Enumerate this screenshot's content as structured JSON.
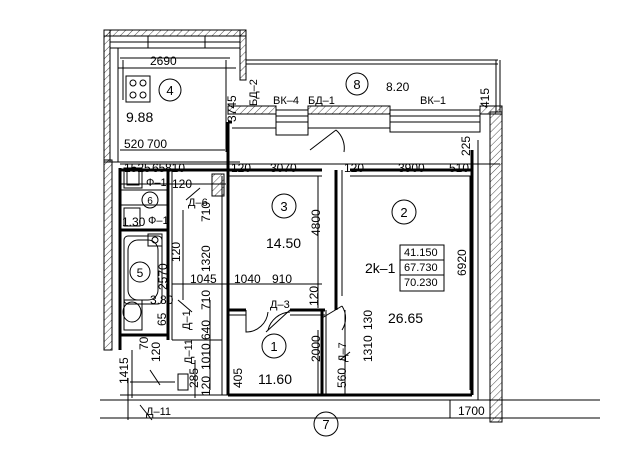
{
  "apartment": {
    "type_label": "2k–1",
    "areas": [
      "41.150",
      "67.730",
      "70.230"
    ]
  },
  "rooms": [
    {
      "num": "1",
      "area": "11.60"
    },
    {
      "num": "2",
      "area": "26.65"
    },
    {
      "num": "3",
      "area": "14.50"
    },
    {
      "num": "4",
      "area": "9.88"
    },
    {
      "num": "5",
      "area": ""
    },
    {
      "num": "6",
      "area": ""
    },
    {
      "num": "7",
      "area": ""
    },
    {
      "num": "8",
      "area": "8.20"
    }
  ],
  "labels": {
    "bd2": "БД–2",
    "vk4": "ВК–4",
    "bd1": "БД–1",
    "vk1": "ВК–1",
    "d3": "Д–3",
    "d7": "Д–7",
    "d11a": "Д–11",
    "d11b": "Д–11",
    "f1a": "Ф–1",
    "f1b": "Ф–1",
    "d6": "Д–6",
    "d1": "Д–1"
  },
  "dims": {
    "d2690": "2690",
    "d3745": "3745",
    "d520": "520",
    "d700": "700",
    "d415": "415",
    "d225": "225",
    "d1525": "1525",
    "d65": "65",
    "d810": "810",
    "d120a": "120",
    "d3070": "3070",
    "d120b": "120",
    "d3900": "3900",
    "d510": "510",
    "d120c": "120",
    "d710": "710",
    "d4800": "4800",
    "d6920": "6920",
    "d130": "1.30",
    "d1320": "1320",
    "d120d": "120",
    "d1045": "1045",
    "d1040": "1040",
    "d910": "910",
    "d2570": "2570",
    "d380": "3.80",
    "d120e": "120",
    "d640": "640",
    "d710b": "710",
    "d1310": "1310",
    "d130b": "130",
    "d2000": "2000",
    "d1010": "1010",
    "d65b": "65",
    "d70": "70",
    "d120f": "120",
    "d1415": "1415",
    "d285": "285",
    "d120g": "120",
    "d405": "405",
    "d560": "560",
    "d1700": "1700"
  }
}
